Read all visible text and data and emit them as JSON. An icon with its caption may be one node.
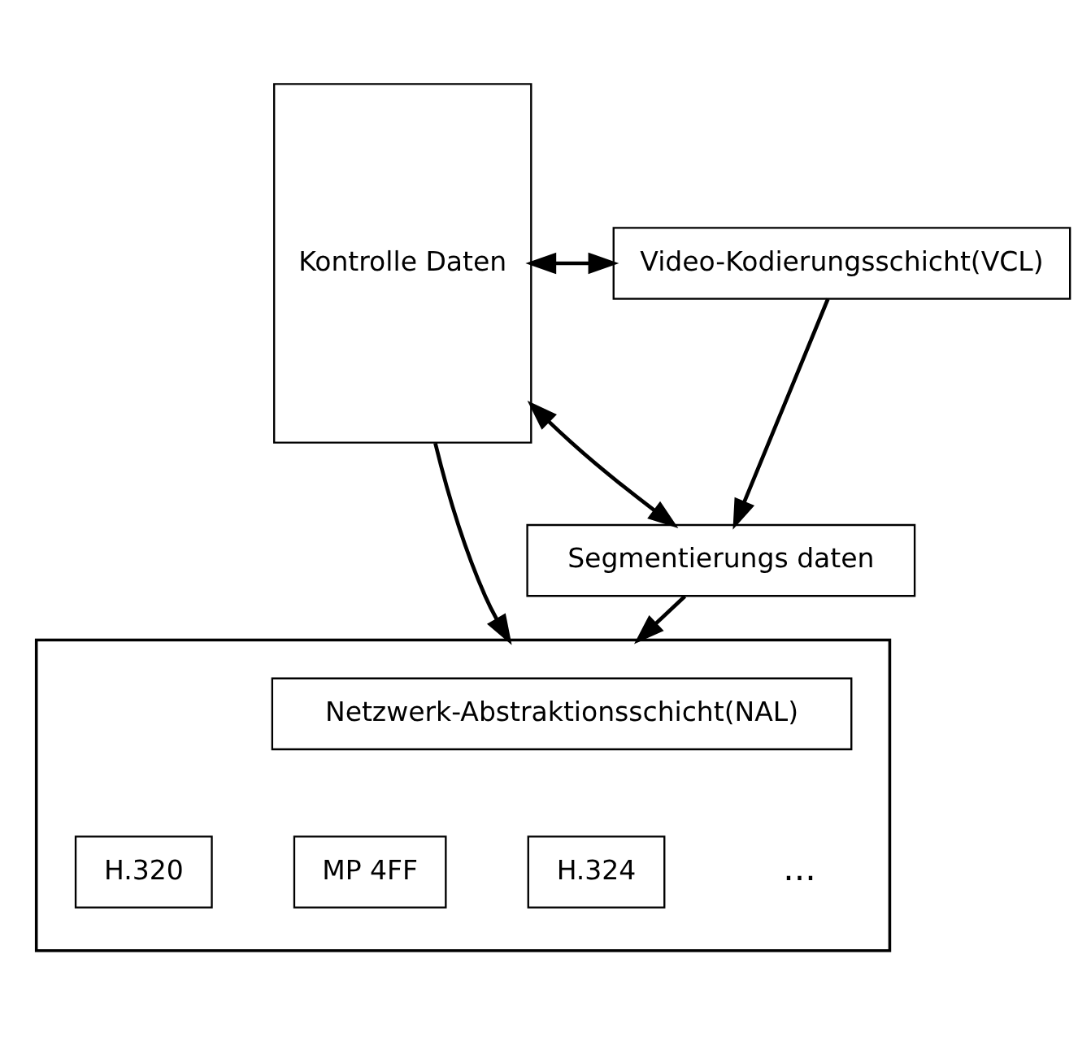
{
  "diagram": {
    "nodes": [
      {
        "text": [
          "Kontrolle Daten"
        ]
      },
      {
        "text": [
          "Video-Kodierungsschicht(VCL)"
        ]
      },
      {
        "text": [
          "Segmentierungs daten"
        ]
      },
      {
        "text": [],
        "shape": "box"
      },
      {
        "text": [
          "Netzwerk-Abstraktionsschicht(NAL)"
        ],
        "in": 3
      },
      {
        "text": [
          "H.320"
        ],
        "in": 3
      },
      {
        "text": [
          "MP 4FF"
        ],
        "in": 3
      },
      {
        "text": [
          "H.324"
        ],
        "in": 3
      }
    ],
    "edges": [
      {
        "from": 0,
        "to": 1,
        "arrow": "both"
      },
      {
        "from": 1,
        "to": 2,
        "arrow": "to"
      },
      {
        "from": 0,
        "to": 2,
        "arrow": "both"
      },
      {
        "from": 0,
        "to": 3,
        "arrow": "to"
      },
      {
        "from": 2,
        "to": 3,
        "arrow": "to"
      }
    ],
    "labels": [
      "..."
    ]
  }
}
